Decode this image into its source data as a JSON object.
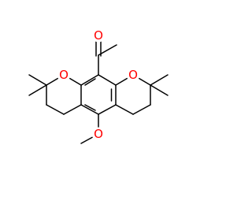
{
  "structure": {
    "atoms": [
      {
        "id": "o_carbonyl",
        "label": "O",
        "color": "#ff0000"
      },
      {
        "id": "o_ring_left",
        "label": "O",
        "color": "#ff0000"
      },
      {
        "id": "o_ring_right",
        "label": "O",
        "color": "#ff0000"
      },
      {
        "id": "o_methoxy",
        "label": "O",
        "color": "#ff0000"
      }
    ]
  }
}
